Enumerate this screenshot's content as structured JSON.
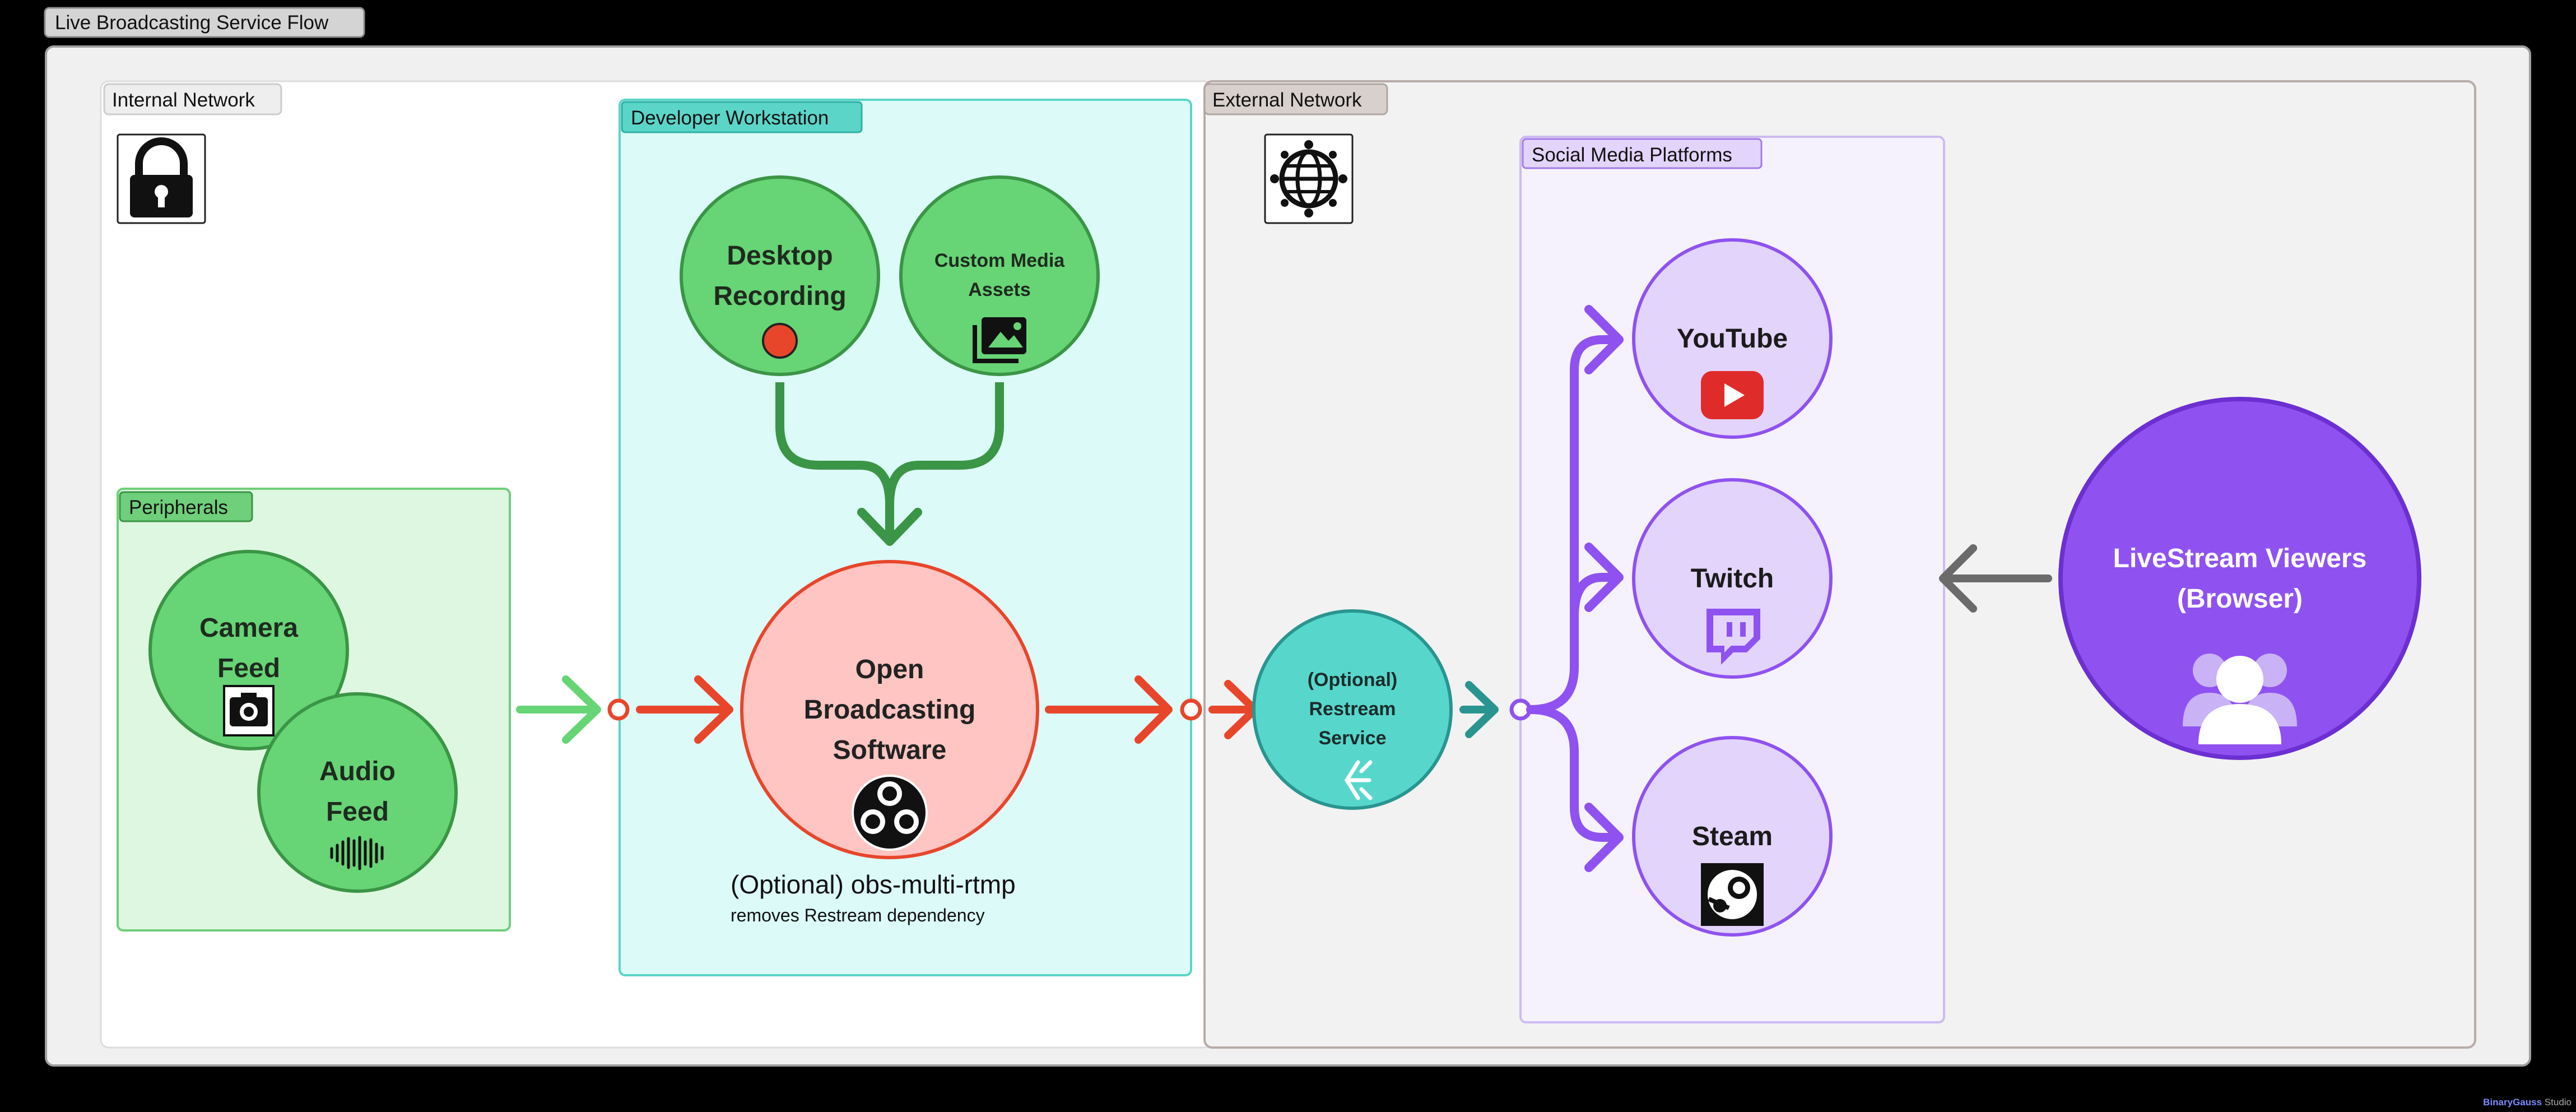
{
  "frame": {
    "title": "Live Broadcasting Service Flow"
  },
  "groups": {
    "internal": "Internal Network",
    "workstation": "Developer Workstation",
    "peripherals": "Peripherals",
    "external": "External Network",
    "social": "Social Media Platforms"
  },
  "nodes": {
    "camera": [
      "Camera",
      "Feed"
    ],
    "audio": [
      "Audio",
      "Feed"
    ],
    "desktop": [
      "Desktop",
      "Recording"
    ],
    "media": [
      "Custom Media",
      "Assets"
    ],
    "obs": [
      "Open",
      "Broadcasting",
      "Software"
    ],
    "restream": [
      "(Optional)",
      "Restream",
      "Service"
    ],
    "youtube": "YouTube",
    "twitch": "Twitch",
    "steam": "Steam",
    "viewers": [
      "LiveStream Viewers",
      "(Browser)"
    ]
  },
  "notes": {
    "obs_main": "(Optional) obs-multi-rtmp",
    "obs_sub": "removes Restream dependency"
  },
  "watermark": {
    "a": "BinaryGauss",
    "b": "Studio"
  },
  "icons": [
    "lock-icon",
    "globe-network-icon",
    "record-icon",
    "media-folder-icon",
    "camera-icon",
    "audio-wave-icon",
    "obs-logo-icon",
    "restream-icon",
    "youtube-icon",
    "twitch-icon",
    "steam-icon",
    "users-icon"
  ],
  "colors": {
    "frame_border": "#9f9f9f",
    "internal_bg": "#ffffff",
    "external_bg": "#f2f2f2",
    "workstation_bg": "#dbfaf8",
    "workstation_border": "#5bd5c8",
    "peripherals_bg": "#def7e0",
    "peripherals_border": "#6fcf7a",
    "green_node": "#67d476",
    "green_stroke": "#3b9546",
    "obs_fill": "#fec5c2",
    "red": "#e8462b",
    "teal": "#57d7cc",
    "teal_dark": "#2a9590",
    "purple_node": "#e3d4fb",
    "purple": "#8f52f0",
    "purple_dark": "#6c2fd1",
    "social_bg": "#f6f2fd",
    "gray_arrow": "#6b6b6b"
  }
}
